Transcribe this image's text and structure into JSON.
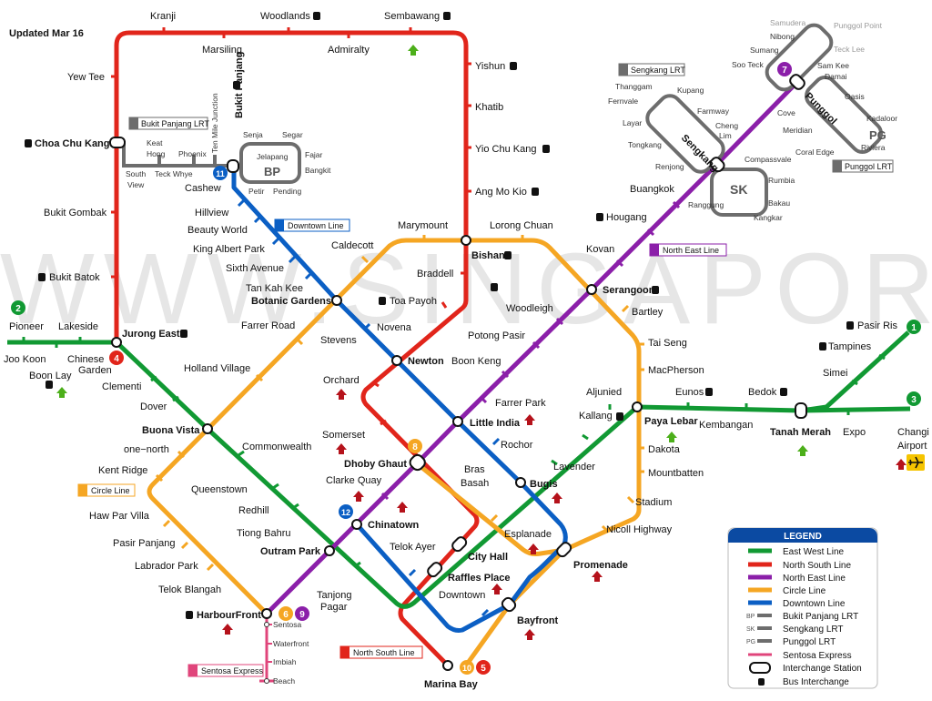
{
  "header": {
    "updated": "Updated Mar 16",
    "watermark": "WWW.SINGAPOREMAPS.COM"
  },
  "colors": {
    "east_west": "#119933",
    "north_south": "#e1251b",
    "north_east": "#8b1fa9",
    "circle": "#f5a623",
    "downtown": "#0b5fc4",
    "lrt": "#6d6d6d",
    "sentosa": "#e0457b",
    "legend_header": "#0b4aa2"
  },
  "line_labels": {
    "downtown": "Downtown Line",
    "north_east": "North East Line",
    "circle": "Circle Line",
    "north_south": "North South Line",
    "sentosa": "Sentosa Express",
    "bplrt": "Bukit Panjang LRT",
    "sklrt": "Sengkang LRT",
    "pglrt": "Punggol LRT"
  },
  "badges": {
    "ew": "2",
    "ns": "4",
    "dt": "11",
    "cc": "8",
    "dt2": "12",
    "ne": "7",
    "ew_east": "1",
    "ew_changi": "3",
    "cc_hf": "6",
    "ne_hf": "9",
    "cc_mb": "10",
    "ns_mb": "5"
  },
  "hubs": {
    "bp": "BP",
    "sk": "SK",
    "pg": "PG"
  },
  "legend": {
    "title": "LEGEND",
    "items": [
      {
        "label": "East West Line",
        "color": "#119933"
      },
      {
        "label": "North South Line",
        "color": "#e1251b"
      },
      {
        "label": "North East Line",
        "color": "#8b1fa9"
      },
      {
        "label": "Circle Line",
        "color": "#f5a623"
      },
      {
        "label": "Downtown Line",
        "color": "#0b5fc4"
      },
      {
        "label": "Bukit Panjang LRT",
        "code": "BP"
      },
      {
        "label": "Sengkang LRT",
        "code": "SK"
      },
      {
        "label": "Punggol LRT",
        "code": "PG"
      },
      {
        "label": "Sentosa Express",
        "color": "#e0457b"
      },
      {
        "label": "Interchange Station"
      },
      {
        "label": "Bus Interchange"
      }
    ]
  },
  "stations": {
    "kranji": "Kranji",
    "woodlands": "Woodlands",
    "sembawang": "Sembawang",
    "marsiling": "Marsiling",
    "admiralty": "Admiralty",
    "yishun": "Yishun",
    "khatib": "Khatib",
    "yio_chu_kang": "Yio Chu Kang",
    "ang_mo_kio": "Ang Mo Kio",
    "yew_tee": "Yew Tee",
    "choa_chu_kang": "Choa Chu Kang",
    "bukit_gombak": "Bukit Gombak",
    "bukit_batok": "Bukit Batok",
    "jurong_east": "Jurong East",
    "pioneer": "Pioneer",
    "lakeside": "Lakeside",
    "joo_koon": "Joo Koon",
    "boon_lay": "Boon Lay",
    "chinese_garden_1": "Chinese",
    "chinese_garden_2": "Garden",
    "clementi": "Clementi",
    "dover": "Dover",
    "buona_vista": "Buona Vista",
    "commonwealth": "Commonwealth",
    "queenstown": "Queenstown",
    "redhill": "Redhill",
    "tiong_bahru": "Tiong Bahru",
    "outram_park": "Outram Park",
    "tanjong_pagar_1": "Tanjong",
    "tanjong_pagar_2": "Pagar",
    "raffles_place": "Raffles Place",
    "city_hall": "City Hall",
    "bugis": "Bugis",
    "lavender": "Lavender",
    "kallang": "Kallang",
    "aljunied": "Aljunied",
    "paya_lebar": "Paya Lebar",
    "eunos": "Eunos",
    "kembangan": "Kembangan",
    "bedok": "Bedok",
    "tanah_merah": "Tanah Merah",
    "simei": "Simei",
    "tampines": "Tampines",
    "pasir_ris": "Pasir Ris",
    "expo": "Expo",
    "changi_1": "Changi",
    "changi_2": "Airport",
    "bishan": "Bishan",
    "braddell": "Braddell",
    "toa_payoh": "Toa Payoh",
    "novena": "Novena",
    "newton": "Newton",
    "orchard": "Orchard",
    "somerset": "Somerset",
    "dhoby_ghaut": "Dhoby Ghaut",
    "marina_bay": "Marina Bay",
    "marymount": "Marymount",
    "lorong_chuan": "Lorong Chuan",
    "caldecott": "Caldecott",
    "botanic_gardens": "Botanic Gardens",
    "farrer_road": "Farrer Road",
    "holland_village": "Holland Village",
    "one_north": "one−north",
    "kent_ridge": "Kent Ridge",
    "haw_par_villa": "Haw Par Villa",
    "pasir_panjang": "Pasir Panjang",
    "labrador_park": "Labrador Park",
    "telok_blangah": "Telok Blangah",
    "harbourfront": "HarbourFront",
    "bartley": "Bartley",
    "tai_seng": "Tai Seng",
    "macpherson": "MacPherson",
    "dakota": "Dakota",
    "mountbatten": "Mountbatten",
    "stadium": "Stadium",
    "nicoll_highway": "Nicoll Highway",
    "promenade": "Promenade",
    "esplanade": "Esplanade",
    "bras_basah_1": "Bras",
    "bras_basah_2": "Basah",
    "bayfront": "Bayfront",
    "serangoon": "Serangoon",
    "woodleigh": "Woodleigh",
    "potong_pasir": "Potong Pasir",
    "boon_keng": "Boon Keng",
    "farrer_park": "Farrer Park",
    "little_india": "Little India",
    "rochor": "Rochor",
    "clarke_quay": "Clarke Quay",
    "chinatown": "Chinatown",
    "telok_ayer": "Telok Ayer",
    "downtown": "Downtown",
    "kovan": "Kovan",
    "hougang": "Hougang",
    "buangkok": "Buangkok",
    "sengkang": "Sengkang",
    "punggol": "Punggol",
    "bukit_panjang": "Bukit Panjang",
    "cashew": "Cashew",
    "hillview": "Hillview",
    "beauty_world": "Beauty World",
    "king_albert_park": "King Albert Park",
    "sixth_avenue": "Sixth Avenue",
    "tan_kah_kee": "Tan Kah Kee",
    "stevens": "Stevens",
    "keat_hong_1": "Keat",
    "keat_hong_2": "Hong",
    "phoenix": "Phoenix",
    "ten_mile_junction": "Ten Mile Junction",
    "south_view_1": "South",
    "south_view_2": "View",
    "teck_whye": "Teck Whye",
    "senja": "Senja",
    "segar": "Segar",
    "jelapang": "Jelapang",
    "fajar": "Fajar",
    "bangkit": "Bangkit",
    "petir": "Petir",
    "pending": "Pending",
    "thanggam": "Thanggam",
    "kupang": "Kupang",
    "fernvale": "Fernvale",
    "farmway": "Farmway",
    "layar": "Layar",
    "cheng_lim_1": "Cheng",
    "cheng_lim_2": "Lim",
    "tongkang": "Tongkang",
    "renjong": "Renjong",
    "compassvale": "Compassvale",
    "rumbia": "Rumbia",
    "bakau": "Bakau",
    "kangkar": "Kangkar",
    "ranggung": "Ranggung",
    "samudera": "Samudera",
    "punggol_point": "Punggol Point",
    "nibong": "Nibong",
    "teck_lee": "Teck Lee",
    "sumang": "Sumang",
    "soo_teck": "Soo Teck",
    "sam_kee": "Sam Kee",
    "damai": "Damai",
    "oasis": "Oasis",
    "kadaloor": "Kadaloor",
    "cove": "Cove",
    "meridian": "Meridian",
    "coral_edge": "Coral Edge",
    "riviera": "Riviera",
    "sentosa": "Sentosa",
    "waterfront": "Waterfront",
    "imbiah": "Imbiah",
    "beach": "Beach"
  }
}
